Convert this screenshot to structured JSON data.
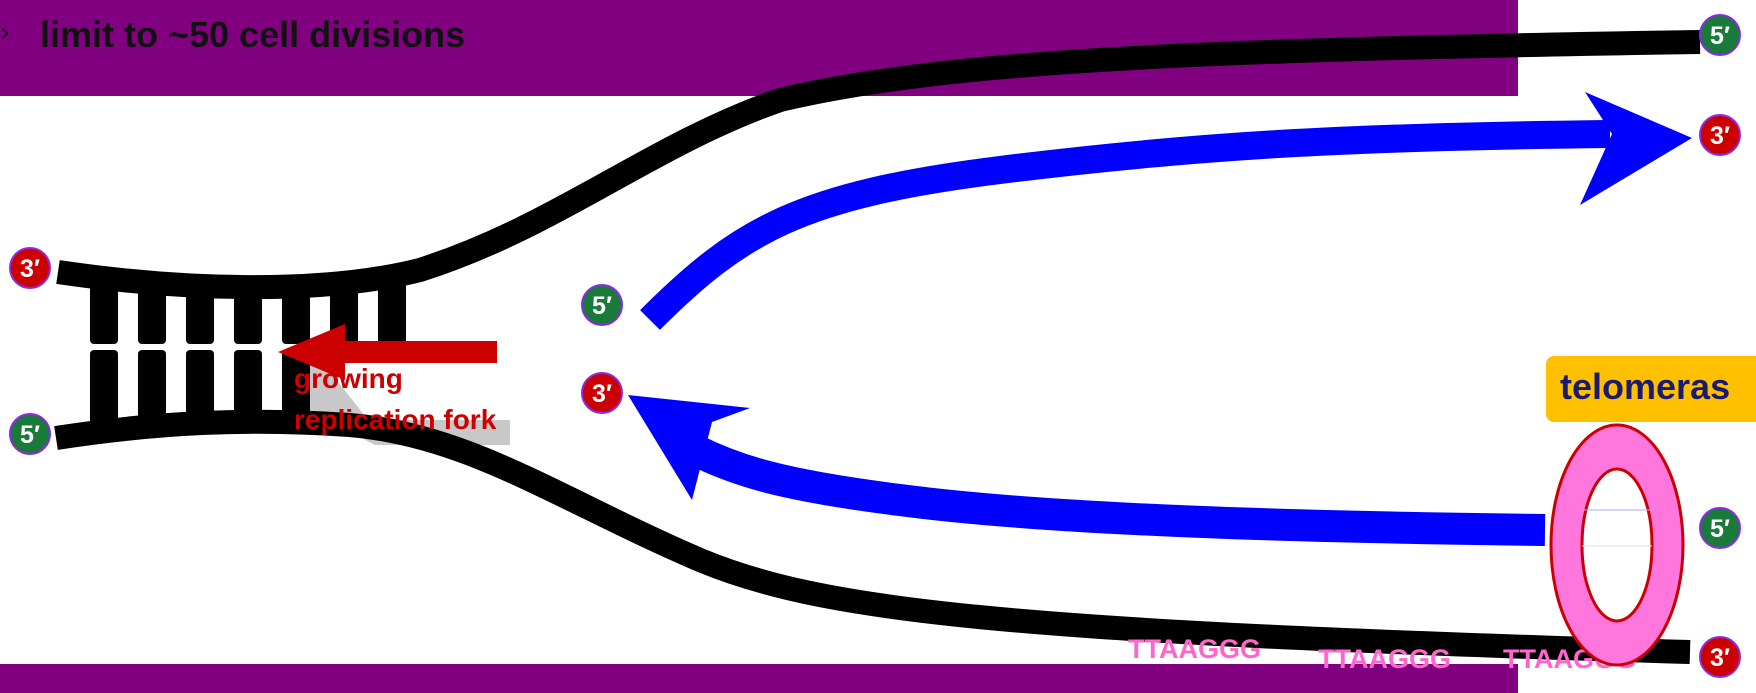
{
  "banner": {
    "bullet": "›",
    "text": "limit to ~50 cell divisions"
  },
  "fork_label": {
    "line1": "growing",
    "line2": "replication fork"
  },
  "telomerase_label": "telomeras",
  "repeats": [
    "TTAAGGG",
    "TTAAGGG",
    "TTAAGGG"
  ],
  "end_labels": {
    "top_strand_left": "3′",
    "bottom_strand_left": "5′",
    "top_strand_right": "5′",
    "top_new_strand_right": "3′",
    "top_new_strand_left": "5′",
    "bottom_new_strand_left": "3′",
    "bottom_new_strand_right": "5′",
    "bottom_strand_right": "3′"
  },
  "colors": {
    "banner": "#800080",
    "dna_strand": "#000000",
    "new_strand": "#0000ff",
    "arrow": "#cc0000",
    "fork_label": "#cc0000",
    "three_prime_badge": "#cc0000",
    "five_prime_badge": "#1a7a3a",
    "badge_border": "#8a2be2",
    "repeat_text": "#ff66cc",
    "telomerase_fill": "#ff77dd",
    "telomerase_edge": "#cc0000",
    "telomerase_box_bg": "#ffc000",
    "telomerase_box_text": "#1a1a6e",
    "fork_shadow": "#c8c8c8"
  }
}
